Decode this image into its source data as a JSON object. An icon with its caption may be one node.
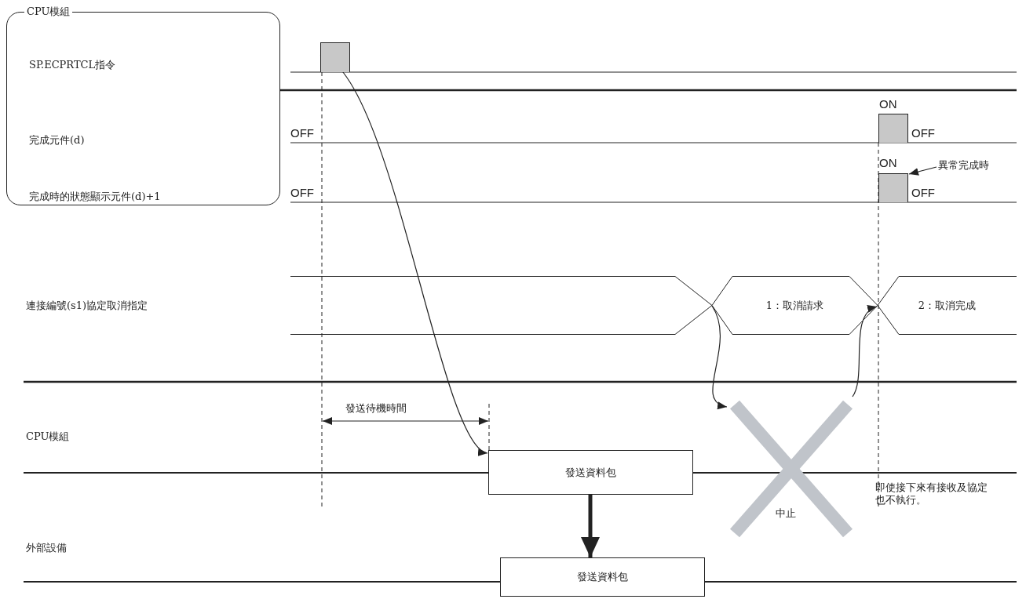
{
  "diagram": {
    "nodes": [
      {
        "text": [
          "CPU模組",
          "SP.ECPRTCL指令",
          "完成元件(d)",
          "完成時的狀態顯示元件(d)+1"
        ]
      },
      {
        "text": [],
        "shape": "bar"
      },
      {
        "text": [],
        "shape": "bar"
      },
      {
        "text": [
          "異常完成時"
        ]
      },
      {
        "text": [],
        "shape": "bar"
      },
      {
        "text": [
          "1：取消請求"
        ]
      },
      {
        "text": [
          "2：取消完成"
        ]
      },
      {
        "text": [
          "發送資料包"
        ]
      },
      {
        "text": [
          "中止"
        ]
      },
      {
        "text": [
          "發送資料包"
        ]
      }
    ],
    "edges": [
      {
        "from": 1,
        "to": 7,
        "arrow": "to"
      },
      {
        "from": 3,
        "to": 4,
        "arrow": "to"
      },
      {
        "from": 5,
        "to": 8,
        "arrow": "to"
      },
      {
        "from": 8,
        "to": 6,
        "arrow": "to"
      },
      {
        "from": 7,
        "to": 9,
        "arrow": "to",
        "style": "thick"
      }
    ],
    "labels": [
      "ON",
      "OFF",
      "OFF",
      "ON",
      "OFF",
      "OFF",
      "連接編號(s1)協定取消指定",
      "發送待機時間",
      "CPU模組",
      "即使接下來有接收及協定也不執行。",
      "外部設備"
    ]
  }
}
